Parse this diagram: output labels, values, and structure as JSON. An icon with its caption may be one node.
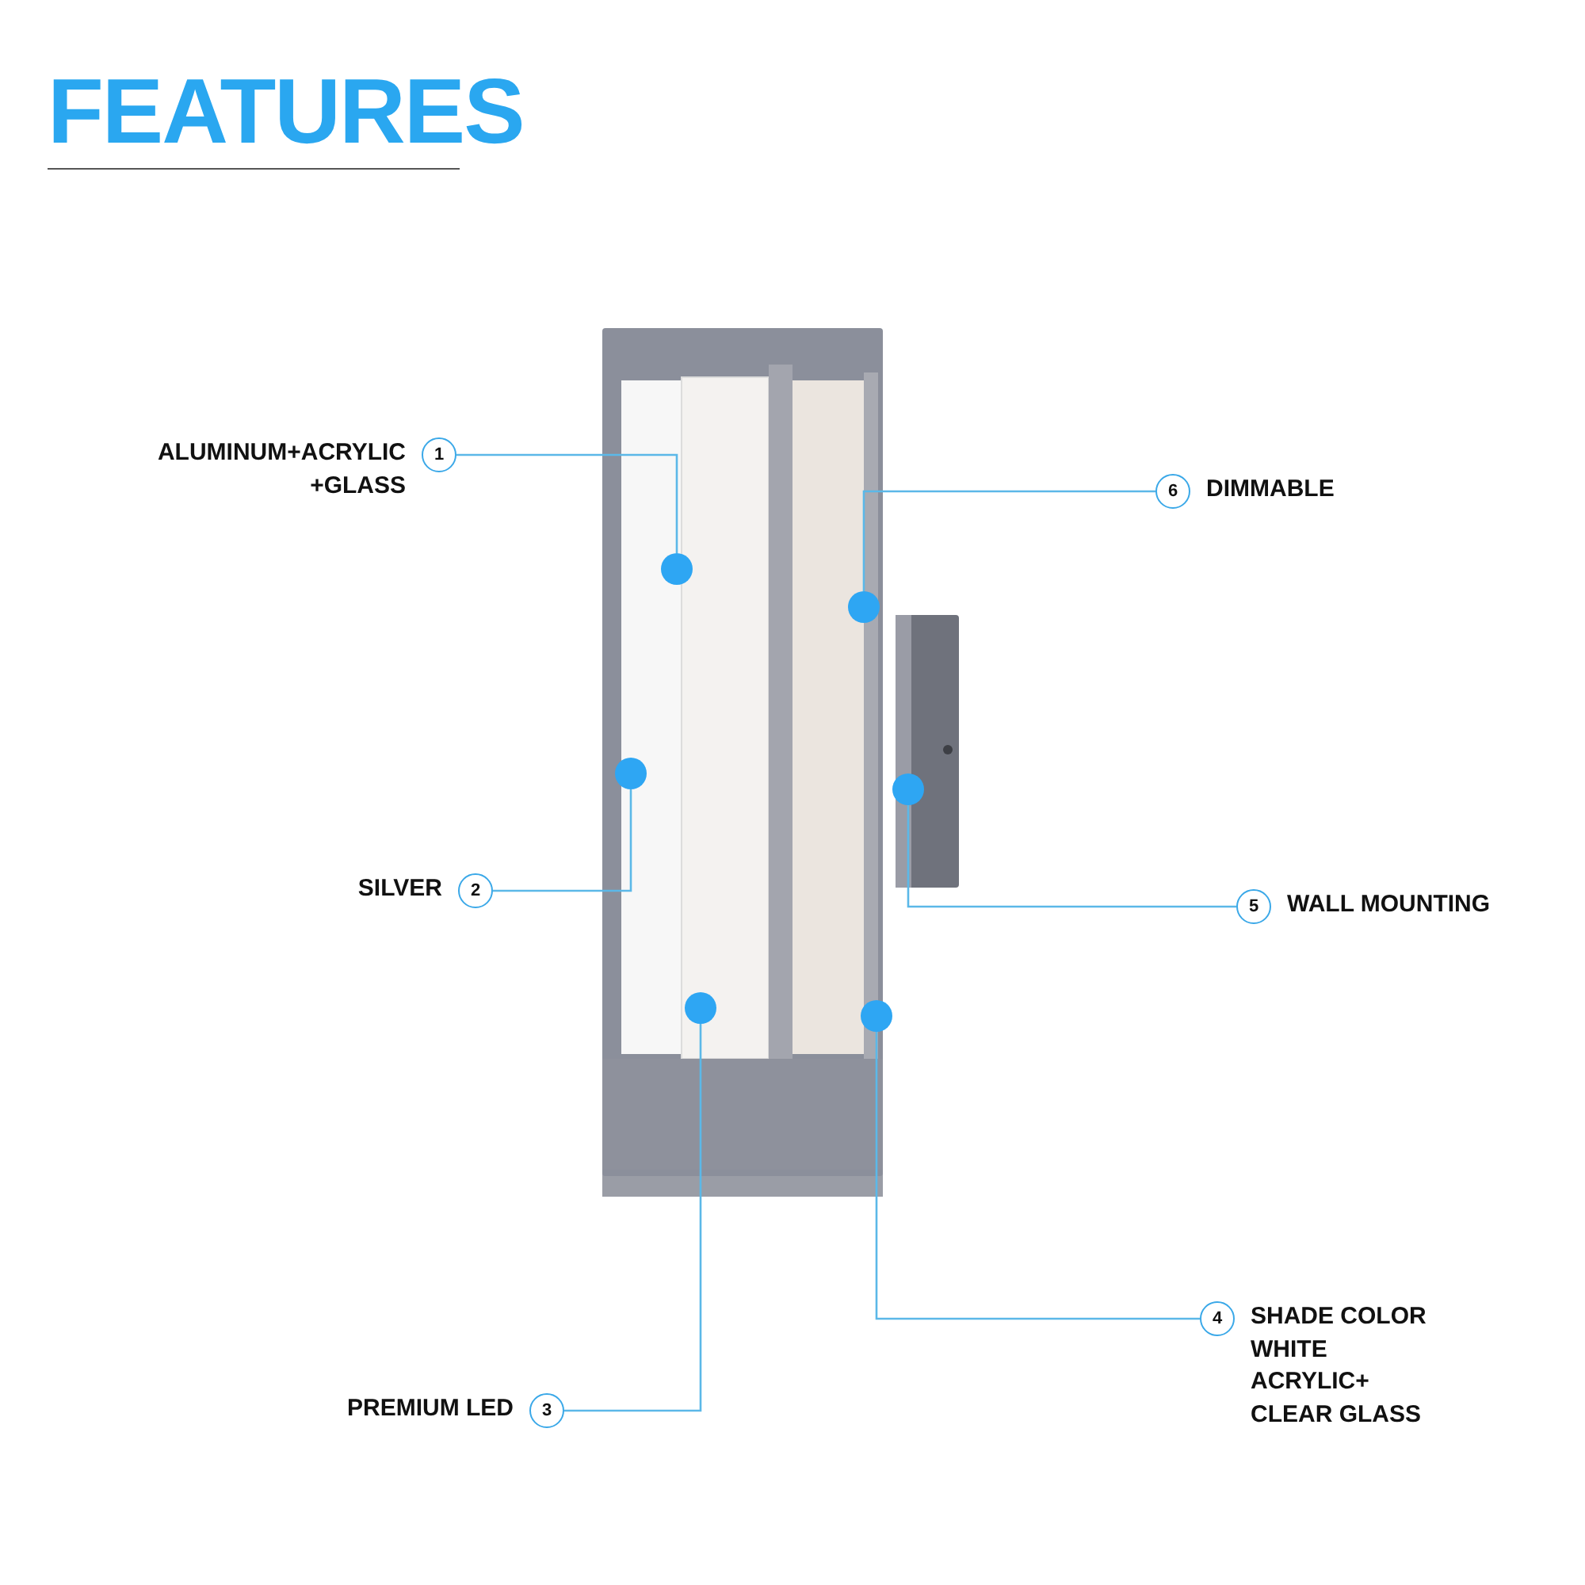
{
  "diagram": {
    "title": "FEATURES",
    "nodes": [
      {
        "text": [
          "1"
        ],
        "beside": [
          "ALUMINUM+ACRYLIC +GLASS"
        ]
      },
      {
        "text": [
          "2"
        ],
        "beside": [
          "SILVER"
        ]
      },
      {
        "text": [
          "3"
        ],
        "beside": [
          "PREMIUM LED"
        ]
      },
      {
        "text": [
          "4"
        ],
        "beside": [
          "SHADE COLOR WHITE ACRYLIC+ CLEAR GLASS"
        ]
      },
      {
        "text": [
          "5"
        ],
        "beside": [
          "WALL MOUNTING"
        ]
      },
      {
        "text": [
          "6"
        ],
        "beside": [
          "DIMMABLE"
        ]
      },
      {
        "text": [],
        "shape": "circle"
      },
      {
        "text": [],
        "shape": "circle"
      },
      {
        "text": [],
        "shape": "circle"
      },
      {
        "text": [],
        "shape": "circle"
      },
      {
        "text": [],
        "shape": "circle"
      },
      {
        "text": [],
        "shape": "circle"
      }
    ],
    "edges": [
      {
        "from": 0,
        "to": 6,
        "arrow": "none"
      },
      {
        "from": 1,
        "to": 7,
        "arrow": "none"
      },
      {
        "from": 2,
        "to": 8,
        "arrow": "none"
      },
      {
        "from": 3,
        "to": 9,
        "arrow": "none"
      },
      {
        "from": 4,
        "to": 10,
        "arrow": "none"
      },
      {
        "from": 5,
        "to": 11,
        "arrow": "none"
      }
    ]
  }
}
